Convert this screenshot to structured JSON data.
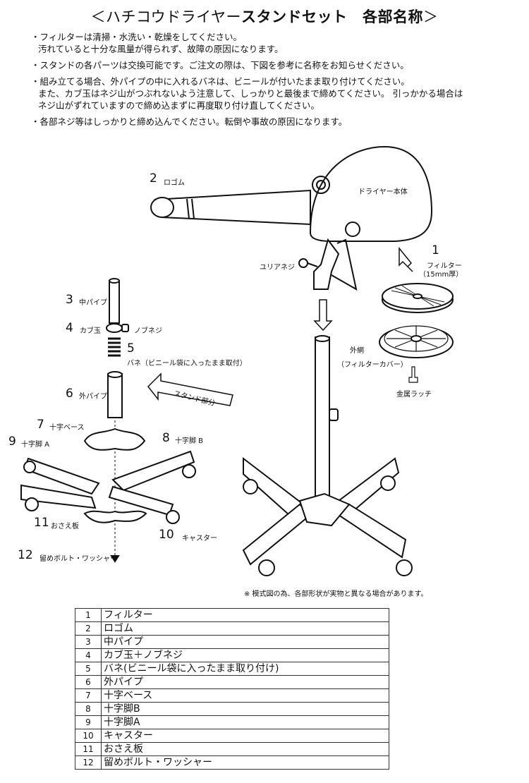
{
  "title": {
    "pre": "＜ハチコウドライヤー",
    "bold": "スタンドセット　各部名称",
    "post": "＞"
  },
  "notes": [
    {
      "lines": [
        "・フィルターは清掃・水洗い・乾燥をしてください。",
        "汚れていると十分な風量が得られず、故障の原因になります。"
      ]
    },
    {
      "lines": [
        "・スタンドの各パーツは交換可能です。ご注文の際は、下図を参考に名称をお知らせください。"
      ]
    },
    {
      "lines": [
        "・組み立てる場合、外パイプの中に入れるバネは、ビニールが付いたまま取り付けてください。",
        "また、カブ玉はネジ山がつぶれないよう注意して、しっかりと最後まで締めてください。 引っかかる場合は",
        "ネジ山がずれていますので締め込まずに再度取り付け直してください。"
      ]
    },
    {
      "lines": [
        "・各部ネジ等はしっかりと締め込んでください。転倒や事故の原因になります。"
      ]
    }
  ],
  "labels": {
    "n1": "1",
    "filter": "フィルター",
    "filter_thick": "（15mm厚）",
    "n2": "2",
    "kuchigomu": "ロゴム",
    "dryer_body": "ドライヤー本体",
    "yuria_neji": "ユリアネジ",
    "n3": "3",
    "naka_pipe": "中パイプ",
    "n4": "4",
    "kabudama": "カブ玉",
    "nobu_neji": "ノブネジ",
    "n5": "5",
    "bane": "バネ（ビニール袋に入ったまま取付）",
    "n6": "6",
    "soto_pipe": "外パイプ",
    "stand_part": "スタンド部分",
    "n7": "7",
    "juji_base": "十字ベース",
    "n8": "8",
    "juji_kyaku_b": "十字脚 B",
    "n9": "9",
    "juji_kyaku_a": "十字脚 A",
    "n10": "10",
    "caster": "キャスター",
    "n11": "11",
    "osaeita": "おさえ板",
    "n12": "12",
    "bolt_washer": "留めボルト・ワッシャー",
    "gaimo": "外網",
    "filter_cover": "（フィルターカバー）",
    "latch": "金属ラッチ"
  },
  "caution": "※ 模式図の為、各部形状が実物と異なる場合があります。",
  "parts_table": [
    {
      "no": "1",
      "name": "フィルター"
    },
    {
      "no": "2",
      "name": "ロゴム"
    },
    {
      "no": "3",
      "name": "中パイプ"
    },
    {
      "no": "4",
      "name": "カブ玉＋ノブネジ"
    },
    {
      "no": "5",
      "name": "バネ(ビニール袋に入ったまま取り付け)"
    },
    {
      "no": "6",
      "name": "外パイプ"
    },
    {
      "no": "7",
      "name": "十字ベース"
    },
    {
      "no": "8",
      "name": "十字脚B"
    },
    {
      "no": "9",
      "name": "十字脚A"
    },
    {
      "no": "10",
      "name": "キャスター"
    },
    {
      "no": "11",
      "name": "おさえ板"
    },
    {
      "no": "12",
      "name": "留めボルト・ワッシャー"
    }
  ]
}
